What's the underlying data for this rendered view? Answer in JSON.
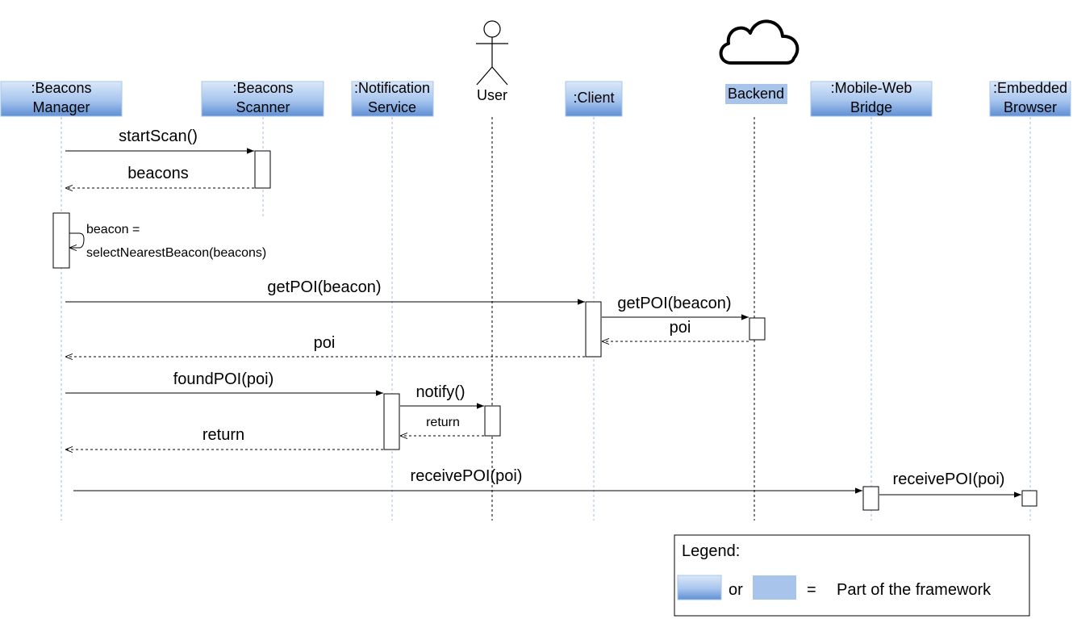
{
  "participants": {
    "beacons_manager": {
      "line1": ":Beacons",
      "line2": "Manager"
    },
    "beacons_scanner": {
      "line1": ":Beacons",
      "line2": "Scanner"
    },
    "notification_service": {
      "line1": ":Notification",
      "line2": "Service"
    },
    "user": {
      "label": "User"
    },
    "client": {
      "label": ":Client"
    },
    "backend": {
      "label": "Backend"
    },
    "mobile_web_bridge": {
      "line1": ":Mobile-Web",
      "line2": "Bridge"
    },
    "embedded_browser": {
      "line1": ":Embedded",
      "line2": "Browser"
    }
  },
  "messages": {
    "start_scan": "startScan()",
    "beacons_return": "beacons",
    "self_call_line1": "beacon =",
    "self_call_line2": "selectNearestBeacon(beacons)",
    "get_poi_client": "getPOI(beacon)",
    "get_poi_backend": "getPOI(beacon)",
    "poi_backend_return": "poi",
    "poi_client_return": "poi",
    "found_poi": "foundPOI(poi)",
    "notify": "notify()",
    "notify_return": "return",
    "found_poi_return": "return",
    "receive_poi_bridge": "receivePOI(poi)",
    "receive_poi_browser": "receivePOI(poi)"
  },
  "legend": {
    "title": "Legend:",
    "or_text": "or",
    "equals_text": "=",
    "description": "Part of the framework"
  },
  "colors": {
    "framework_gradient_top": "#d9e7f8",
    "framework_gradient_bottom": "#6f9fdc",
    "framework_flat": "#a9c4eb",
    "lifeline_dashed": "#9fbde6",
    "lifeline_dark": "#000000"
  },
  "icons": {
    "user": "stick-figure-actor-icon",
    "backend": "cloud-icon"
  }
}
